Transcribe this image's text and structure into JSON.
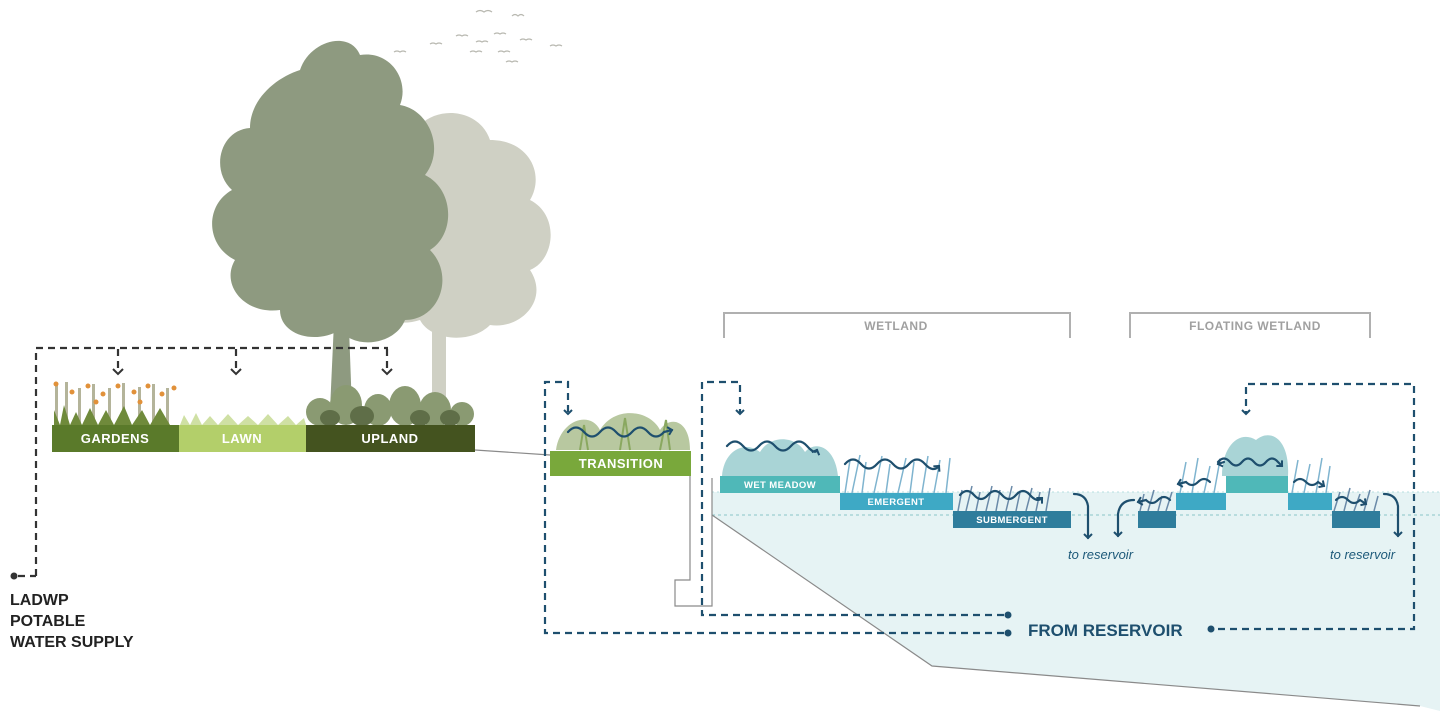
{
  "zones": {
    "gardens": "GARDENS",
    "lawn": "LAWN",
    "upland": "UPLAND",
    "transition": "TRANSITION",
    "wet_meadow": "WET MEADOW",
    "emergent": "EMERGENT",
    "submergent": "SUBMERGENT"
  },
  "brackets": {
    "wetland": "WETLAND",
    "floating_wetland": "FLOATING WETLAND"
  },
  "outflow": {
    "left": "to reservoir",
    "right": "to reservoir"
  },
  "sources": {
    "potable_line1": "LADWP",
    "potable_line2": "POTABLE",
    "potable_line3": "WATER SUPPLY",
    "from_reservoir": "FROM RESERVOIR"
  },
  "colors": {
    "gardens": "#5a7a2a",
    "lawn": "#b3cf6a",
    "upland": "#44531f",
    "transition": "#79a83b",
    "wet_meadow": "#4fb8b8",
    "emergent": "#3ea9c5",
    "submergent": "#2f7d9c",
    "water": "#e6f3f4",
    "flow": "#1e4f6e",
    "tree_front": "#8e9a80",
    "tree_back": "#cfd0c4"
  }
}
